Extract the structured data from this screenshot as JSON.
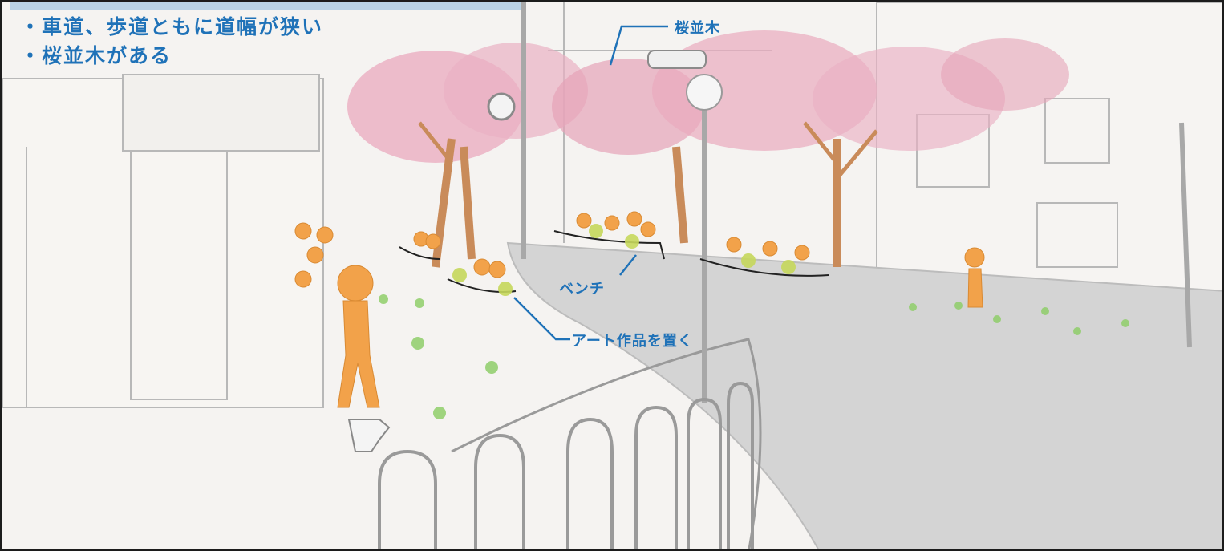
{
  "notes": [
    "・車道、歩道ともに道幅が狭い",
    "・桜並木がある"
  ],
  "callouts": {
    "sakura": "桜並木",
    "bench": "ベンチ",
    "art": "アート作品を置く"
  },
  "colors": {
    "annotation": "#1f72b8",
    "blossom": "#e9a9bd",
    "figure": "#f2a24a",
    "plant": "#8fce6a",
    "road": "#c9c9c9"
  }
}
